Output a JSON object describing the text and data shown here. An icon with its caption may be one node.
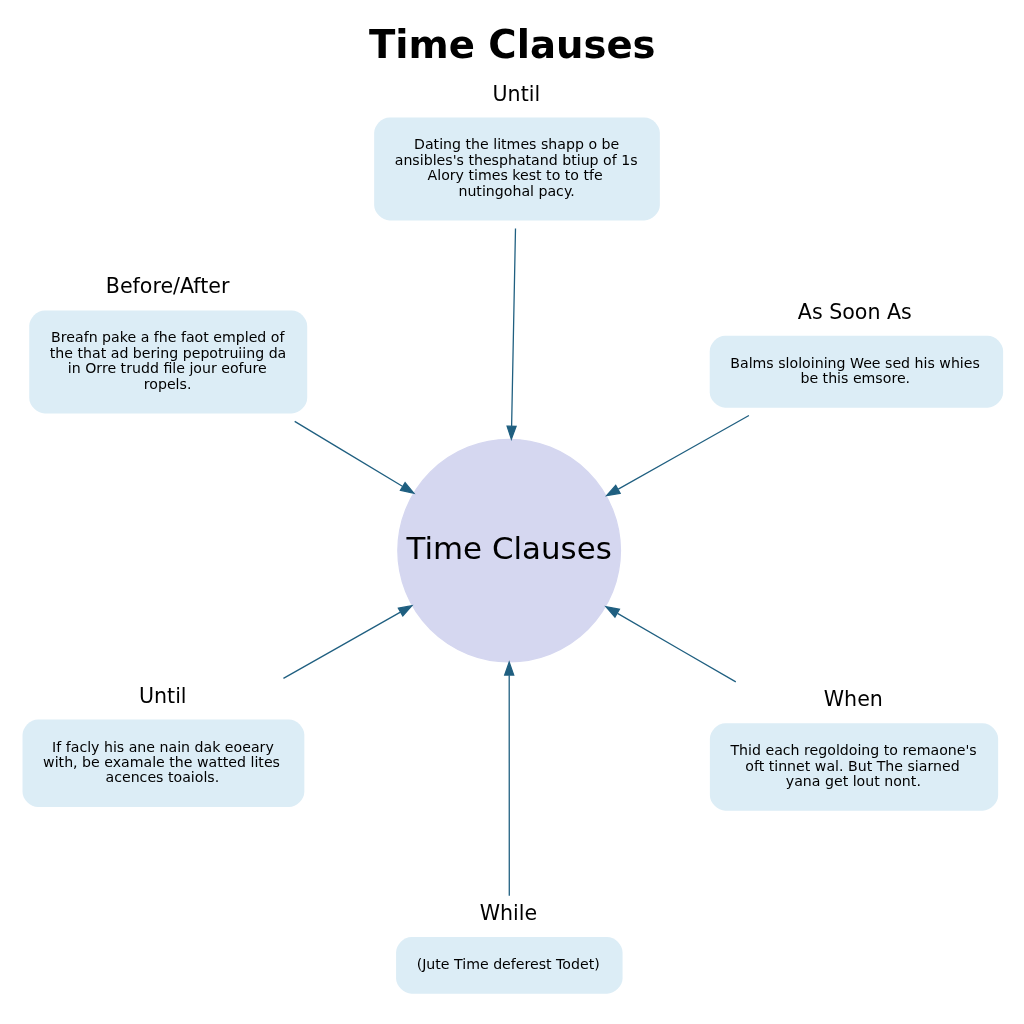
{
  "diagram": {
    "title": "Time Clauses",
    "nodes": [
      {
        "text": [
          "Time Clauses"
        ]
      },
      {
        "text": [
          "When",
          "Thid each regoldoing to remaone's oft tinnet wal. But The siarned yana get lout nont."
        ]
      },
      {
        "text": [
          "While",
          "(Jute Time deferest Todet)"
        ]
      },
      {
        "text": [
          "Before/After",
          "Breafn pake a fhe faot empled of the that ad bering pepotruiing da in Orre trudd file jour eofure ropels."
        ]
      },
      {
        "text": [
          "As Soon As",
          "Balms sloloining Wee sed his whies be this emsore."
        ]
      },
      {
        "text": [
          "Until",
          "Dating the litmes shapp o be ansibles's thesphatand btiup of 1s Alory times kest to to tfe nutingohal pacy."
        ]
      },
      {
        "text": [
          "Until",
          "If facly his ane nain dak eoeary with, be examale the watted lites acences toaiols."
        ]
      }
    ],
    "edges": [
      {
        "from": 1,
        "to": 0,
        "arrow": "to"
      },
      {
        "from": 2,
        "to": 0,
        "arrow": "to"
      },
      {
        "from": 3,
        "to": 0,
        "arrow": "to"
      },
      {
        "from": 4,
        "to": 0,
        "arrow": "to"
      },
      {
        "from": 5,
        "to": 0,
        "arrow": "to"
      },
      {
        "from": 6,
        "to": 0,
        "arrow": "to"
      }
    ]
  }
}
